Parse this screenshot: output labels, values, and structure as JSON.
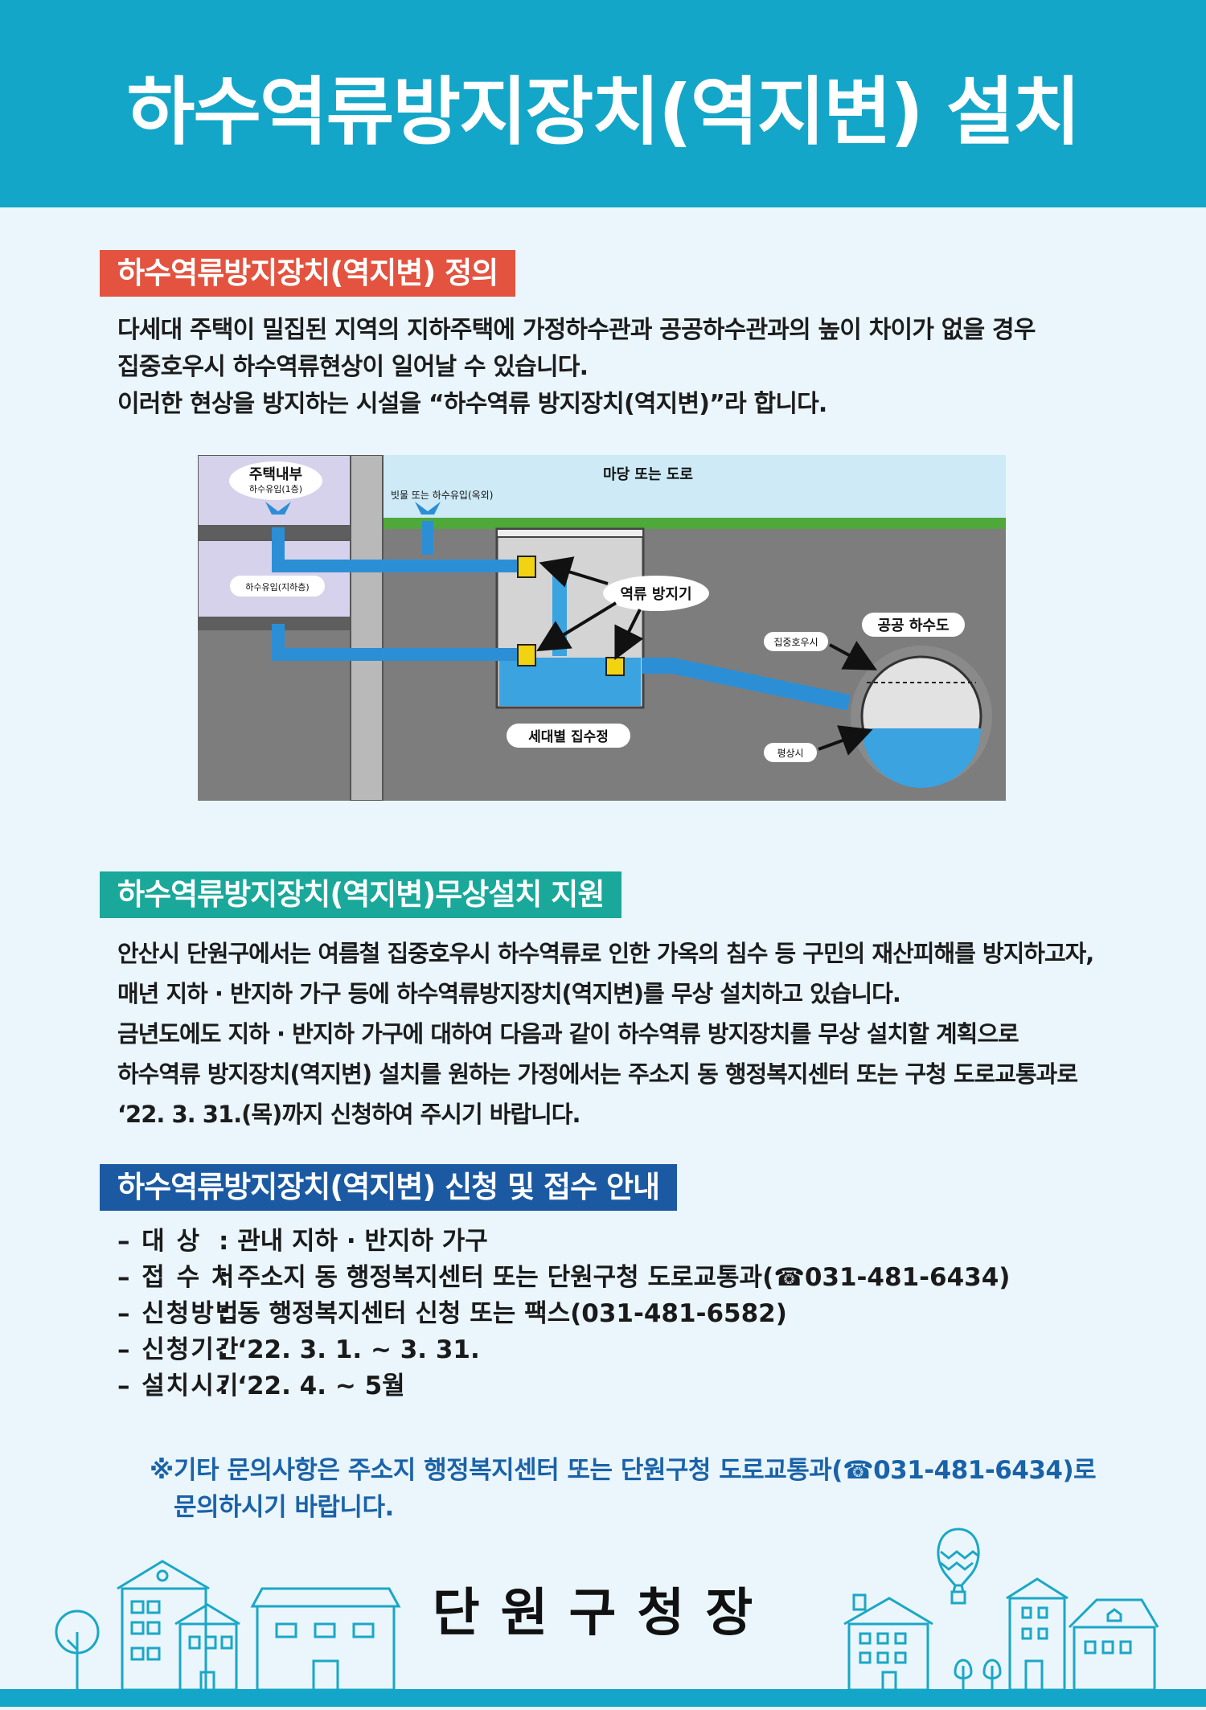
{
  "header": {
    "title": "하수역류방지장치(역지변) 설치",
    "color": "#14a6c8"
  },
  "section1": {
    "title": "하수역류방지장치(역지변) 정의",
    "color": "#e3533f",
    "lines": [
      "다세대 주택이 밀집된 지역의 지하주택에 가정하수관과 공공하수관과의 높이 차이가 없을 경우",
      "집중호우시 하수역류현상이 일어날 수 있습니다.",
      "이러한 현상을 방지하는 시설을 “하수역류 방지장치(역지변)”라 합니다."
    ]
  },
  "diagram": {
    "house_inside": "주택내부",
    "inlet_first_floor": "하수유입(1층)",
    "inlet_basement": "하수유입(지하층)",
    "rain_inlet": "빗물 또는 하수유입(옥외)",
    "yard_road": "마당 또는 도로",
    "backflow_preventer": "역류 방지기",
    "household_tank": "세대별 집수정",
    "heavy_rain": "집중호우시",
    "normal": "평상시",
    "public_sewer": "공공 하수도"
  },
  "section2": {
    "title": "하수역류방지장치(역지변)무상설치 지원",
    "color": "#1aa89a",
    "lines": [
      "안산시 단원구에서는 여름철 집중호우시 하수역류로 인한 가옥의 침수 등 구민의 재산피해를 방지하고자,",
      "매년 지하 · 반지하 가구 등에 하수역류방지장치(역지변)를 무상 설치하고 있습니다.",
      "금년도에도 지하 · 반지하 가구에 대하여 다음과 같이 하수역류 방지장치를 무상 설치할 계획으로",
      "하수역류 방지장치(역지변) 설치를 원하는 가정에서는 주소지 동  행정복지센터 또는 구청 도로교통과로",
      "‘22. 3. 31.(목)까지 신청하여 주시기 바랍니다."
    ]
  },
  "section3": {
    "title": "하수역류방지장치(역지변) 신청 및 접수 안내",
    "color": "#1b5aa2",
    "items": [
      {
        "label": "– 대      상",
        "value": ": 관내 지하 · 반지하 가구"
      },
      {
        "label": "– 접 수 처",
        "value": ": 주소지 동 행정복지센터 또는 단원구청 도로교통과(☎031-481-6434)"
      },
      {
        "label": "– 신청방법",
        "value": ": 동 행정복지센터 신청 또는 팩스(031-481-6582)"
      },
      {
        "label": "– 신청기간",
        "value": ": ‘22. 3. 1. ~ 3. 31."
      },
      {
        "label": "– 설치시기",
        "value": ": ‘22. 4. ~ 5월"
      }
    ]
  },
  "note": {
    "mark": "※",
    "lines": [
      "기타 문의사항은 주소지 행정복지센터 또는 단원구청 도로교통과(☎031-481-6434)로",
      "문의하시기 바랍니다."
    ],
    "color": "#1a62a8"
  },
  "signature": "단원구청장"
}
